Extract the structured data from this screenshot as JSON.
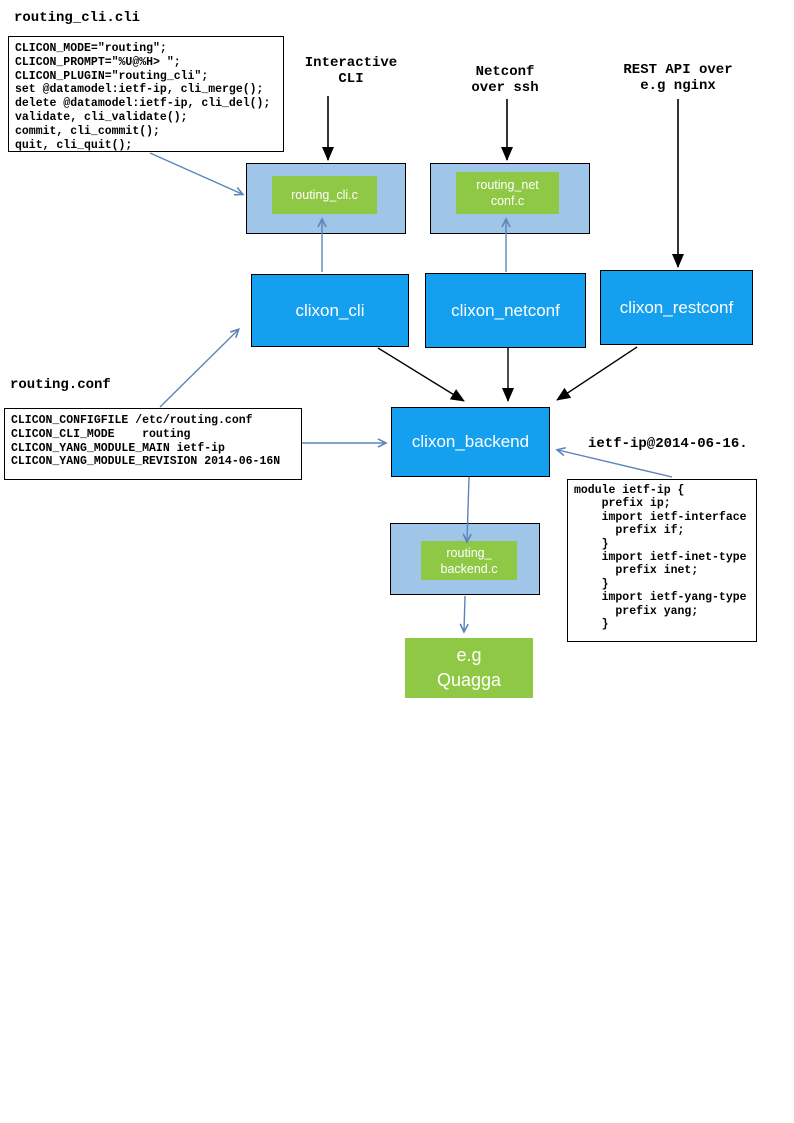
{
  "colors": {
    "process_blue": "#14a0ef",
    "plugin_light_blue": "#9fc5e8",
    "plugin_green": "#8fc845",
    "arrow_blue": "#5b84b9",
    "arrow_black": "#000000"
  },
  "code_panels": {
    "cli_file": {
      "title": "routing_cli.cli",
      "code": "CLICON_MODE=\"routing\";\nCLICON_PROMPT=\"%U@%H> \";\nCLICON_PLUGIN=\"routing_cli\";\nset @datamodel:ietf-ip, cli_merge();\ndelete @datamodel:ietf-ip, cli_del();\nvalidate, cli_validate();\ncommit, cli_commit();\nquit, cli_quit();"
    },
    "conf_file": {
      "title": "routing.conf",
      "code": "CLICON_CONFIGFILE /etc/routing.conf\nCLICON_CLI_MODE    routing\nCLICON_YANG_MODULE_MAIN ietf-ip\nCLICON_YANG_MODULE_REVISION 2014-06-16N"
    },
    "yang_file": {
      "label": "ietf-ip@2014-06-16.",
      "code": "module ietf-ip {\n    prefix ip;\n    import ietf-interface\n      prefix if;\n    }\n    import ietf-inet-type\n      prefix inet;\n    }\n    import ietf-yang-type\n      prefix yang;\n    }"
    }
  },
  "annotations": {
    "interactive_cli": "Interactive\nCLI",
    "netconf_ssh": "Netconf\nover ssh",
    "rest_api": "REST API over\ne.g nginx"
  },
  "processes": {
    "cli": "clixon_cli",
    "netconf": "clixon_netconf",
    "restconf": "clixon_restconf",
    "backend": "clixon_backend",
    "quagga": "e.g\nQuagga"
  },
  "plugins": {
    "cli": "routing_cli.c",
    "netconf": "routing_net\nconf.c",
    "backend": "routing_\nbackend.c"
  }
}
